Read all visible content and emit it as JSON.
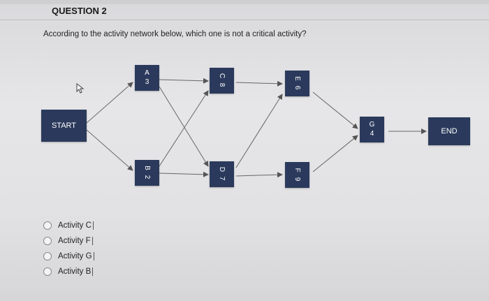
{
  "question": {
    "title": "QUESTION 2",
    "text": "According to the activity network below, which one is not a critical activity?"
  },
  "network": {
    "start_label": "START",
    "end_label": "END",
    "activities": [
      {
        "id": "A",
        "duration": "3"
      },
      {
        "id": "C",
        "duration": "8"
      },
      {
        "id": "E",
        "duration": "6"
      },
      {
        "id": "B",
        "duration": "2"
      },
      {
        "id": "D",
        "duration": "7"
      },
      {
        "id": "F",
        "duration": "9"
      },
      {
        "id": "G",
        "duration": "4"
      }
    ],
    "colors": {
      "node": "#2b3a5c",
      "line": "#555555"
    }
  },
  "options": [
    {
      "label": "Activity C"
    },
    {
      "label": "Activity F"
    },
    {
      "label": "Activity G"
    },
    {
      "label": "Activity B"
    }
  ]
}
